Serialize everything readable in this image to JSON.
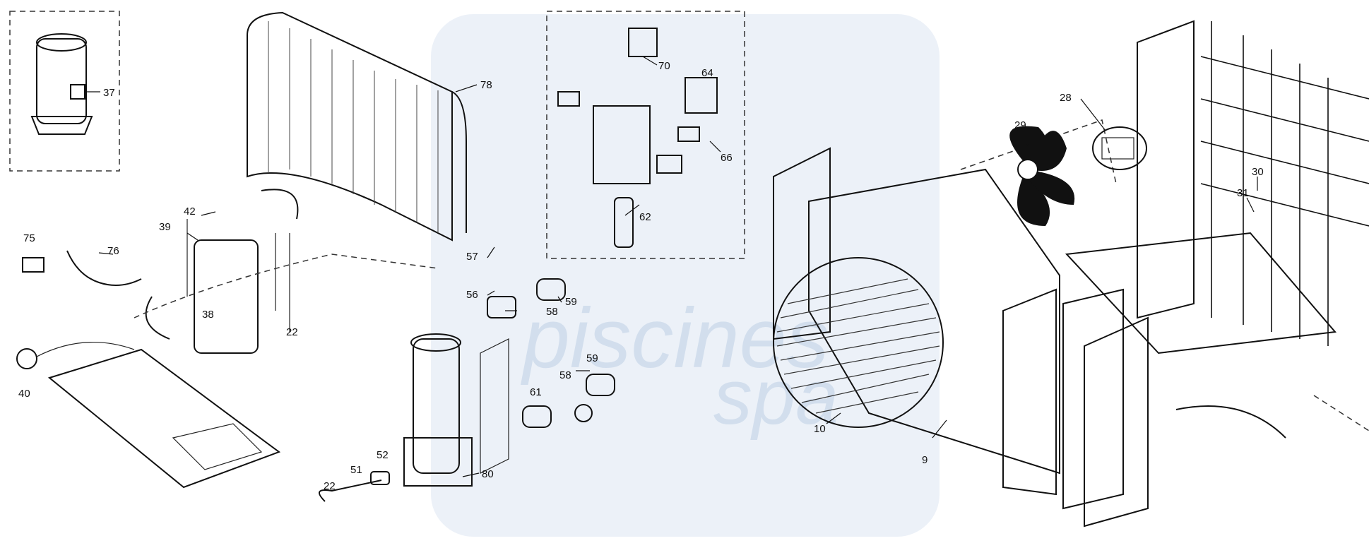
{
  "watermark": {
    "line1": "piscines",
    "line2": "spa"
  },
  "callouts": [
    {
      "id": "c37",
      "text": "37"
    },
    {
      "id": "c78",
      "text": "78"
    },
    {
      "id": "c70",
      "text": "70"
    },
    {
      "id": "c64",
      "text": "64"
    },
    {
      "id": "c66",
      "text": "66"
    },
    {
      "id": "c62",
      "text": "62"
    },
    {
      "id": "c42",
      "text": "42"
    },
    {
      "id": "c39",
      "text": "39"
    },
    {
      "id": "c75",
      "text": "75"
    },
    {
      "id": "c76",
      "text": "76"
    },
    {
      "id": "c38",
      "text": "38"
    },
    {
      "id": "c22a",
      "text": "22"
    },
    {
      "id": "c40",
      "text": "40"
    },
    {
      "id": "c57",
      "text": "57"
    },
    {
      "id": "c56",
      "text": "56"
    },
    {
      "id": "c58a",
      "text": "58"
    },
    {
      "id": "c59a",
      "text": "59"
    },
    {
      "id": "c58b",
      "text": "58"
    },
    {
      "id": "c59b",
      "text": "59"
    },
    {
      "id": "c61",
      "text": "61"
    },
    {
      "id": "c52",
      "text": "52"
    },
    {
      "id": "c51",
      "text": "51"
    },
    {
      "id": "c22b",
      "text": "22"
    },
    {
      "id": "c80",
      "text": "80"
    },
    {
      "id": "c29",
      "text": "29"
    },
    {
      "id": "c28",
      "text": "28"
    },
    {
      "id": "c30",
      "text": "30"
    },
    {
      "id": "c31",
      "text": "31"
    },
    {
      "id": "c10",
      "text": "10"
    },
    {
      "id": "c9",
      "text": "9"
    }
  ]
}
